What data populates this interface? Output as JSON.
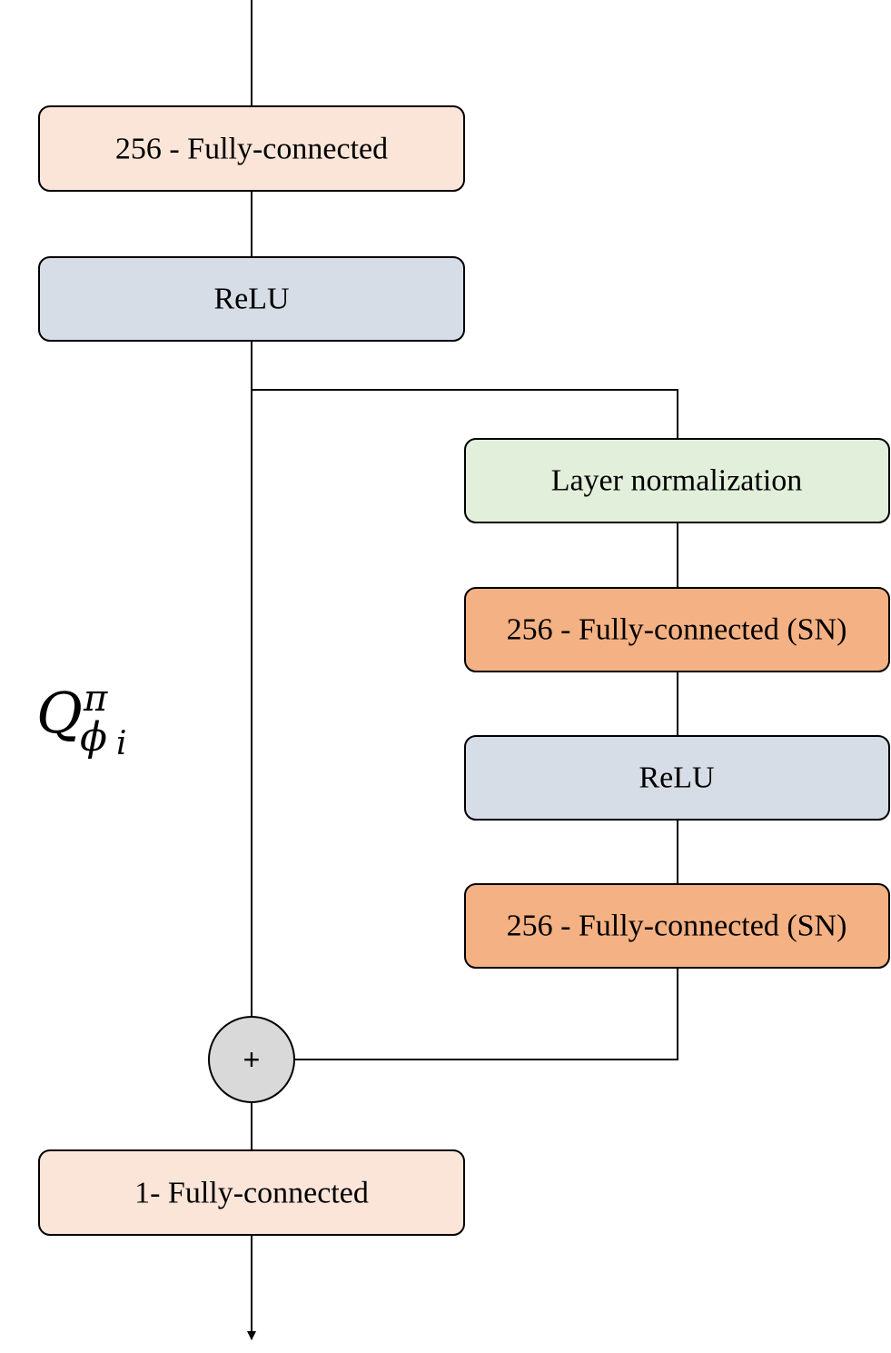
{
  "symbol": {
    "base": "Q",
    "superscript": "π",
    "subscript": "ϕ",
    "subscript_index": "i"
  },
  "blocks": {
    "fc_input": {
      "label": "256 - Fully-connected",
      "fill": "#fbe5d9"
    },
    "relu_main": {
      "label": "ReLU",
      "fill": "#d6dde6"
    },
    "layer_norm": {
      "label": "Layer normalization",
      "fill": "#e2efda"
    },
    "fc_sn_1": {
      "label": "256 - Fully-connected (SN)",
      "fill": "#f4b183"
    },
    "relu_branch": {
      "label": "ReLU",
      "fill": "#d6dde6"
    },
    "fc_sn_2": {
      "label": "256 - Fully-connected (SN)",
      "fill": "#f4b183"
    },
    "fc_output": {
      "label": "1- Fully-connected",
      "fill": "#fbe5d9"
    }
  },
  "sum_node": {
    "label": "+",
    "fill": "#d9d9d9"
  },
  "colors": {
    "stroke": "#000000",
    "background": "#ffffff"
  }
}
